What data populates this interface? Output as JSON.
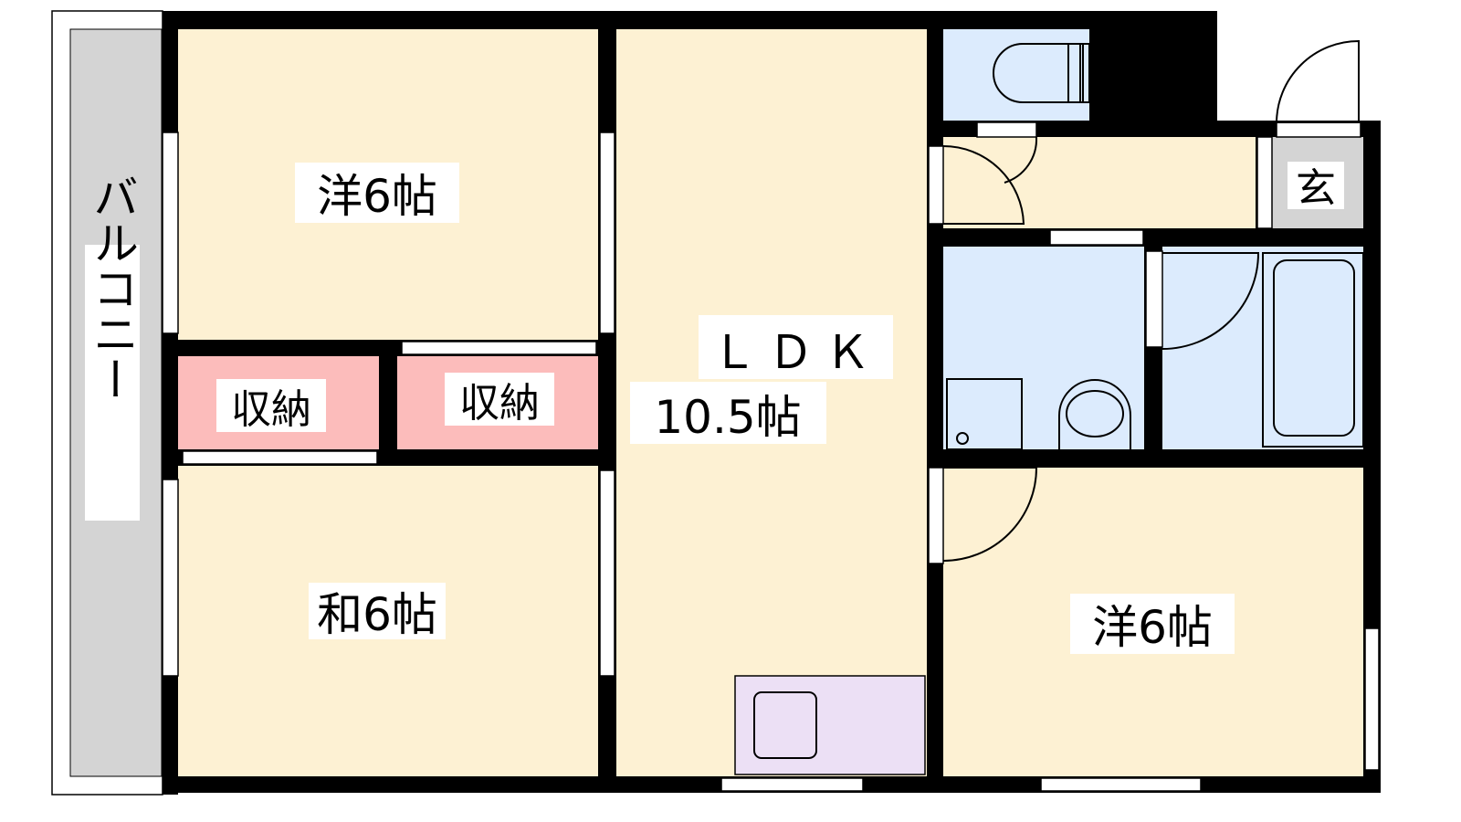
{
  "rooms": {
    "western_top_left": "洋6帖",
    "storage_left": "収納",
    "storage_right": "収納",
    "japanese": "和6帖",
    "ldk_name": "ＬＤＫ",
    "ldk_size": "10.5帖",
    "entrance": "玄",
    "western_right": "洋6帖",
    "balcony": "バルコニー"
  },
  "colors": {
    "room": "#fdf1d3",
    "wet": "#dcebfd",
    "storage": "#fcbcbb",
    "kitchen": "#ece0f5",
    "balcony": "#d4d4d4"
  }
}
